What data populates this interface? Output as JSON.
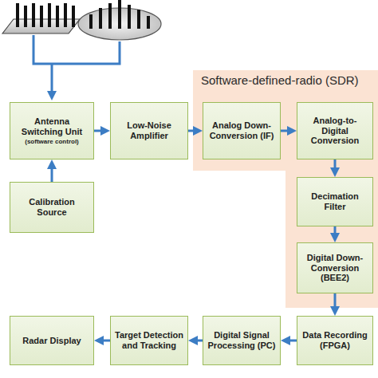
{
  "diagram": {
    "nodes": [
      {
        "text": [
          "Antenna Switching Unit",
          "(software control)"
        ]
      },
      {
        "text": [
          "Low-Noise Amplifier"
        ]
      },
      {
        "text": [
          "Software-defined-radio (SDR)"
        ]
      },
      {
        "text": [
          "Analog Down-Conversion (IF)"
        ],
        "in": 2
      },
      {
        "text": [
          "Analog-to-Digital Conversion"
        ],
        "in": 2
      },
      {
        "text": [
          "Calibration Source"
        ]
      },
      {
        "text": [
          "Decimation Filter"
        ],
        "in": 2
      },
      {
        "text": [
          "Digital Down-Conversion (BEE2)"
        ],
        "in": 2
      },
      {
        "text": [
          "Radar Display"
        ]
      },
      {
        "text": [
          "Target Detection and Tracking"
        ]
      },
      {
        "text": [
          "Digital Signal Processing (PC)"
        ]
      },
      {
        "text": [
          "Data Recording (FPGA)"
        ]
      }
    ],
    "edges": [
      {
        "from": 0,
        "to": 1,
        "arrow": "to"
      },
      {
        "from": 1,
        "to": 3,
        "arrow": "to"
      },
      {
        "from": 3,
        "to": 4,
        "arrow": "to"
      },
      {
        "from": 4,
        "to": 6,
        "arrow": "to"
      },
      {
        "from": 6,
        "to": 7,
        "arrow": "to"
      },
      {
        "from": 7,
        "to": 11,
        "arrow": "to"
      },
      {
        "from": 11,
        "to": 10,
        "arrow": "to"
      },
      {
        "from": 10,
        "to": 9,
        "arrow": "to"
      },
      {
        "from": 9,
        "to": 8,
        "arrow": "to"
      },
      {
        "from": 5,
        "to": 0,
        "arrow": "to"
      }
    ]
  }
}
